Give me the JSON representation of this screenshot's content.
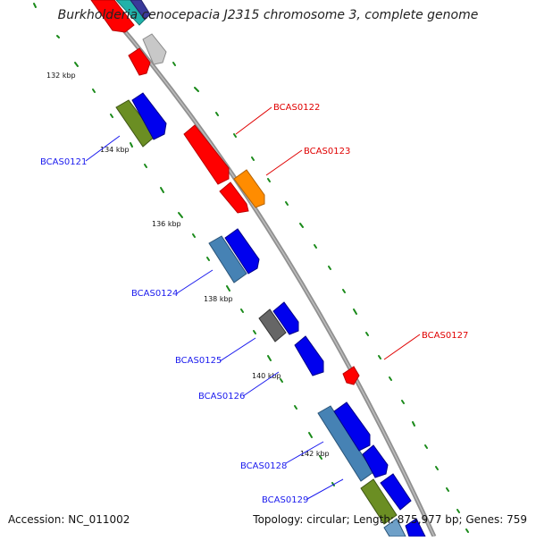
{
  "title": "Burkholderia cenocepacia J2315 chromosome 3, complete genome",
  "footer": {
    "accession": "Accession: NC_011002",
    "summary": "Topology: circular; Length: 875,977 bp; Genes: 759"
  },
  "scale_labels": [
    "132 kbp",
    "134 kbp",
    "136 kbp",
    "138 kbp",
    "140 kbp",
    "142 kbp"
  ],
  "gene_labels": {
    "forward": [
      "BCAS0122",
      "BCAS0123",
      "BCAS0127"
    ],
    "reverse": [
      "BCAS0121",
      "BCAS0124",
      "BCAS0125",
      "BCAS0126",
      "BCAS0128",
      "BCAS0129"
    ]
  },
  "colors": {
    "backbone": "#8c8c8c",
    "tick": "#1a8a1a",
    "forward_label": "#e00000",
    "reverse_label": "#1a1aee",
    "red": "#ff0000",
    "blue": "#0000ee",
    "orange": "#ff8c00",
    "olive": "#6b8e23",
    "steelblue": "#4682b4",
    "gray": "#666666",
    "silver": "#c0c0c0",
    "cyan": "#20b2aa"
  }
}
